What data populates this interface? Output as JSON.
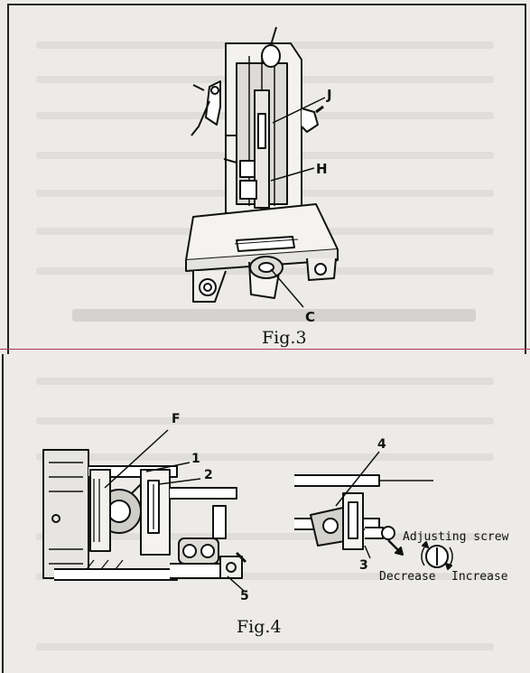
{
  "figures": {
    "fig3": {
      "caption": "Fig.3",
      "callouts": {
        "j": "J",
        "h": "H",
        "c": "C"
      }
    },
    "fig4": {
      "caption": "Fig.4",
      "callouts": {
        "f": "F",
        "one": "1",
        "two": "2",
        "three": "3",
        "four": "4",
        "five": "5"
      },
      "adjusting_screw_label": "Adjusting screw",
      "decrease_label": "Decrease",
      "increase_label": "Increase"
    }
  }
}
